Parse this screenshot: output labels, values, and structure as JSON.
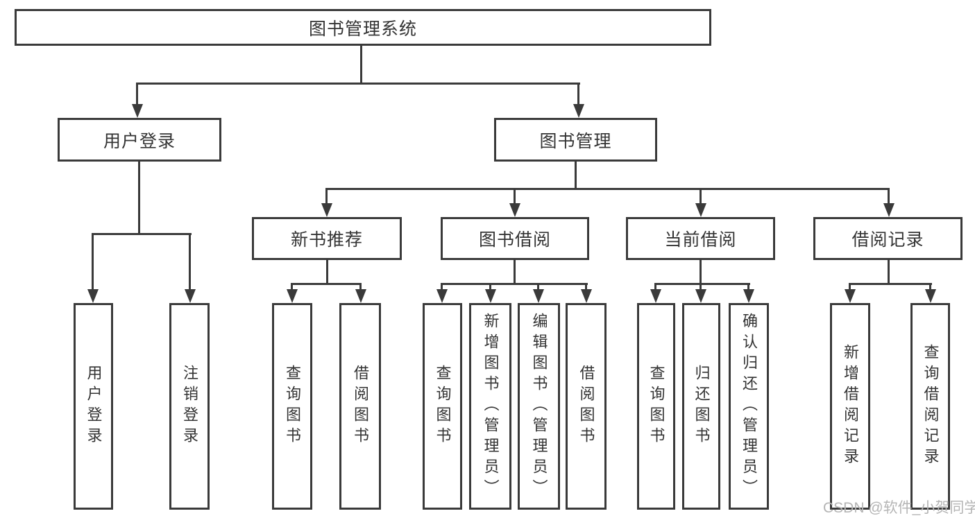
{
  "nodes": {
    "root": "图书管理系统",
    "user_login": "用户登录",
    "book_mgmt": "图书管理",
    "leaf_user_login": "用户登录",
    "leaf_logout": "注销登录",
    "new_book_rec": "新书推荐",
    "book_borrow": "图书借阅",
    "current_borrow": "当前借阅",
    "borrow_record": "借阅记录",
    "nbr_query_book": "查询图书",
    "nbr_borrow_book": "借阅图书",
    "bb_query_book": "查询图书",
    "bb_add_book_admin": "新增图书（管理员）",
    "bb_edit_book_admin": "编辑图书（管理员）",
    "bb_borrow_book": "借阅图书",
    "cb_query_book": "查询图书",
    "cb_return_book": "归还图书",
    "cb_confirm_return_admin": "确认归还（管理员）",
    "br_add_record": "新增借阅记录",
    "br_query_record": "查询借阅记录"
  },
  "watermark": "CSDN @软件_小贺同学",
  "colors": {
    "line": "#3a3a3a",
    "text": "#333333",
    "watermark": "#b5b5b5"
  }
}
